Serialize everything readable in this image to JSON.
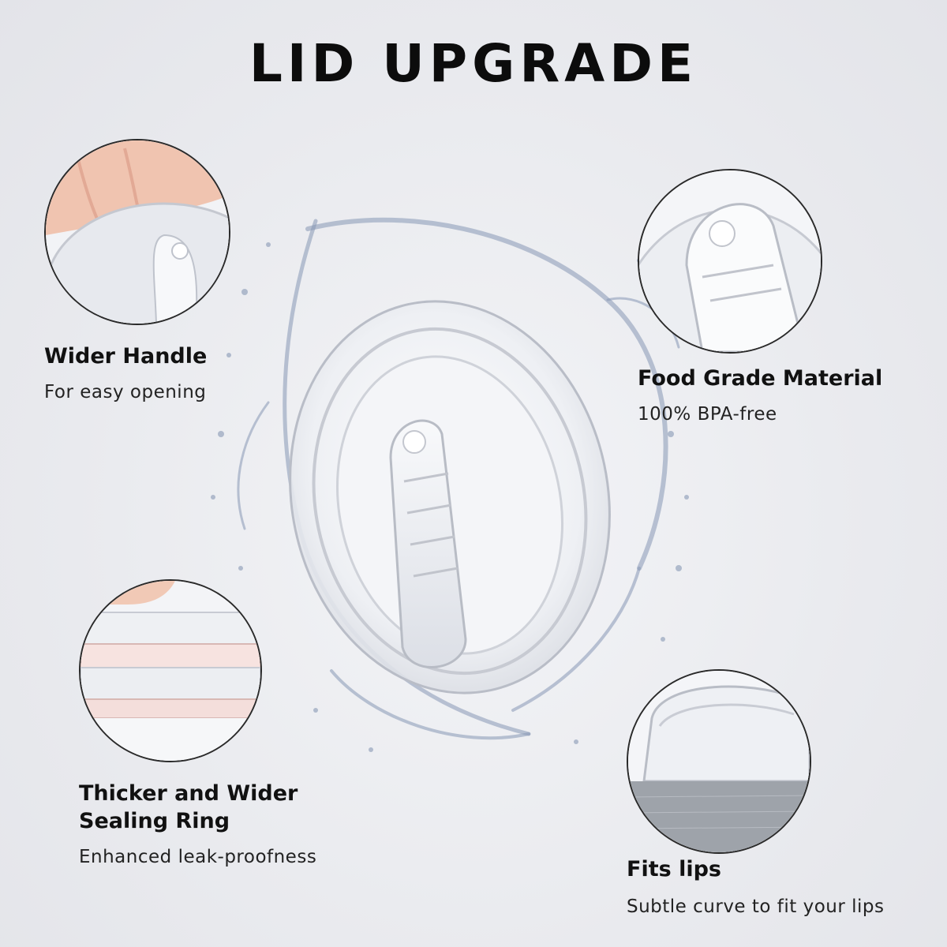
{
  "title": "LID UPGRADE",
  "features": {
    "wider_handle": {
      "title": "Wider Handle",
      "subtitle": "For easy opening"
    },
    "food_grade": {
      "title": "Food Grade Material",
      "subtitle": "100% BPA-free"
    },
    "sealing_ring": {
      "title_line1": "Thicker and Wider",
      "title_line2": "Sealing Ring",
      "subtitle": "Enhanced leak-proofness"
    },
    "fits_lips": {
      "title": "Fits lips",
      "subtitle": "Subtle curve to fit your lips"
    }
  },
  "colors": {
    "background": "#e9eaee",
    "text": "#111111",
    "circle_border": "#2a2a2a",
    "water": "#8a9bb8"
  }
}
